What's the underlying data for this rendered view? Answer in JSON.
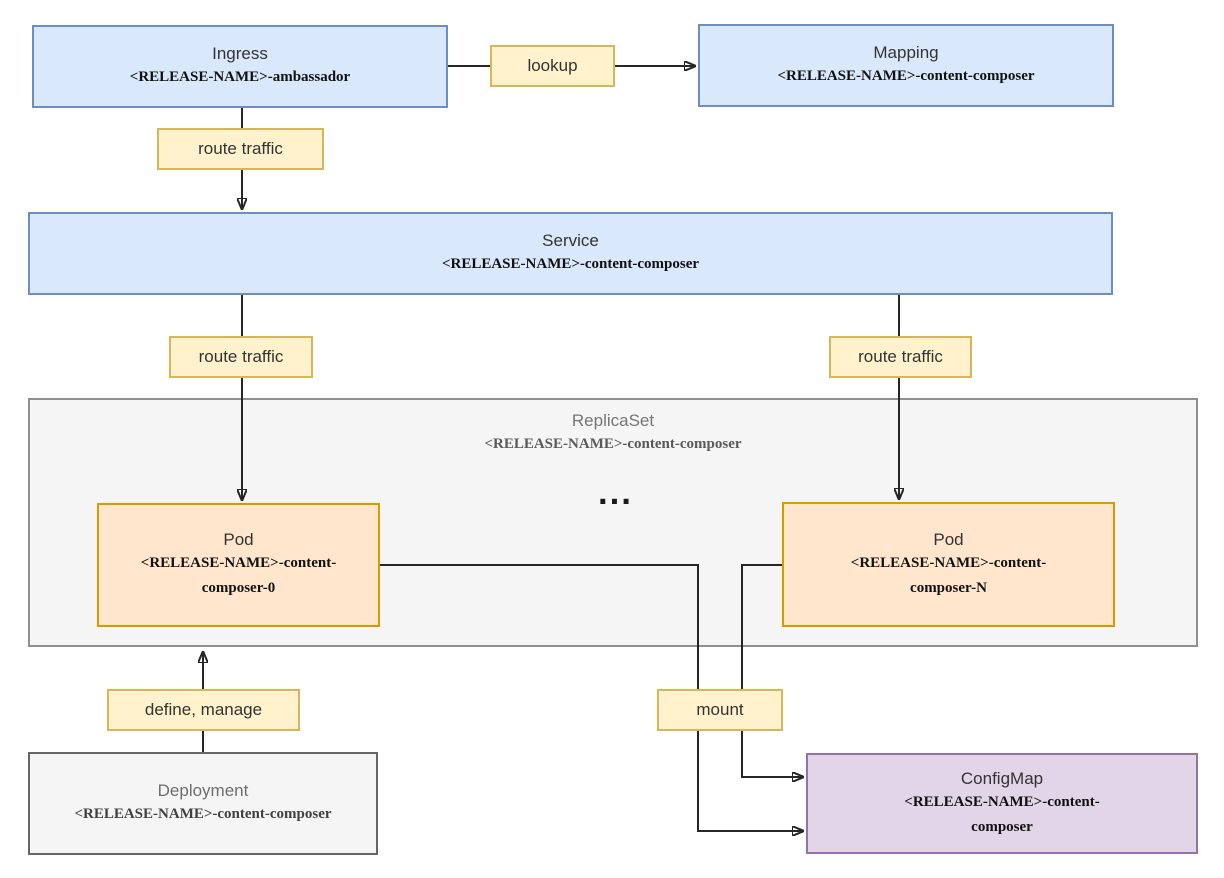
{
  "nodes": {
    "ingress": {
      "title": "Ingress",
      "subtitle": "<RELEASE-NAME>-ambassador"
    },
    "mapping": {
      "title": "Mapping",
      "subtitle": "<RELEASE-NAME>-content-composer"
    },
    "service": {
      "title": "Service",
      "subtitle": "<RELEASE-NAME>-content-composer"
    },
    "replicaset": {
      "title": "ReplicaSet",
      "subtitle": "<RELEASE-NAME>-content-composer"
    },
    "pod0": {
      "title": "Pod",
      "subtitle": "<RELEASE-NAME>-content-composer-0"
    },
    "podN": {
      "title": "Pod",
      "subtitle": "<RELEASE-NAME>-content-composer-N"
    },
    "deployment": {
      "title": "Deployment",
      "subtitle": "<RELEASE-NAME>-content-composer"
    },
    "configmap": {
      "title": "ConfigMap",
      "subtitle": "<RELEASE-NAME>-content-composer"
    }
  },
  "labels": {
    "lookup": "lookup",
    "route_traffic": "route traffic",
    "define_manage": "define, manage",
    "mount": "mount"
  },
  "ellipsis": "...",
  "colors": {
    "blue_fill": "#dae8fc",
    "blue_border": "#6c8ebf",
    "label_fill": "#fff2cc",
    "label_border": "#d6b656",
    "pod_fill": "#ffe6cc",
    "pod_border": "#d79b00",
    "gray_fill": "#f5f5f5",
    "replicaset_border": "#8f8f8f",
    "deployment_border": "#666666",
    "purple_fill": "#e1d5e7",
    "purple_border": "#9673a6",
    "line": "#262626"
  }
}
